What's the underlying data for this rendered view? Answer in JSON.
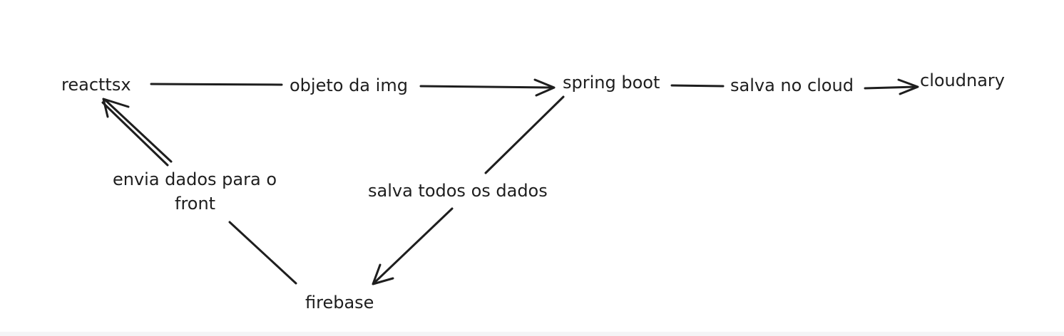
{
  "diagram": {
    "nodes": [
      {
        "id": "reacttsx",
        "label": "reacttsx"
      },
      {
        "id": "spring-boot",
        "label": "spring boot"
      },
      {
        "id": "cloudnary",
        "label": "cloudnary"
      },
      {
        "id": "firebase",
        "label": "firebase"
      }
    ],
    "edges": [
      {
        "id": "react-to-spring",
        "from": "reacttsx",
        "to": "spring-boot",
        "label": "objeto da img"
      },
      {
        "id": "spring-to-cloud",
        "from": "spring-boot",
        "to": "cloudnary",
        "label": "salva no cloud"
      },
      {
        "id": "spring-to-firebase",
        "from": "spring-boot",
        "to": "firebase",
        "label": "salva todos os dados"
      },
      {
        "id": "firebase-to-react",
        "from": "firebase",
        "to": "reacttsx",
        "label_line1": "envia dados para o",
        "label_line2": "front"
      }
    ],
    "colors": {
      "stroke": "#1e1e1e",
      "background": "#ffffff"
    }
  }
}
